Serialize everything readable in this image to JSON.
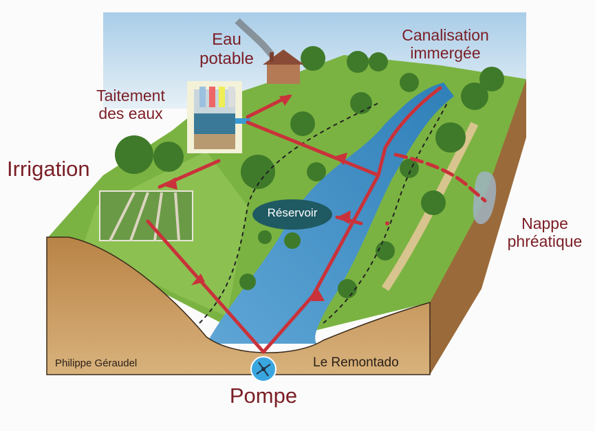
{
  "labels": {
    "eau_potable": [
      "Eau",
      "potable"
    ],
    "canalisation": [
      "Canalisation",
      "immergée"
    ],
    "traitement": [
      "Taitement",
      "des eaux"
    ],
    "irrigation": "Irrigation",
    "reservoir": "Réservoir",
    "nappe": [
      "Nappe",
      "phréatique"
    ],
    "pompe": "Pompe"
  },
  "credits": {
    "author": "Philippe Géraudel",
    "project": "Le Remontado"
  },
  "colors": {
    "label": "#7a1e25",
    "pipe": "#c9323a",
    "water": "#3d8fc7",
    "grass": "#7bb342",
    "soil": "#c89a5e",
    "pump": "#3aa6e0"
  }
}
